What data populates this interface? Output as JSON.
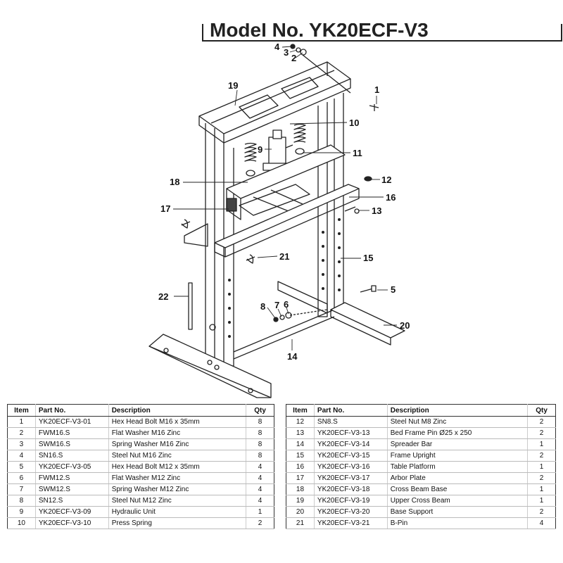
{
  "header": {
    "model_text": "Model No. YK20ECF-V3"
  },
  "callouts": [
    "1",
    "2",
    "3",
    "4",
    "5",
    "6",
    "7",
    "8",
    "9",
    "10",
    "11",
    "12",
    "13",
    "14",
    "15",
    "16",
    "17",
    "18",
    "19",
    "20",
    "21",
    "22"
  ],
  "table": {
    "headers": {
      "item": "Item",
      "part_no": "Part No.",
      "description": "Description",
      "qty": "Qty"
    },
    "left_rows": [
      {
        "item": "1",
        "part_no": "YK20ECF-V3-01",
        "description": "Hex Head Bolt M16 x 35mm",
        "qty": "8"
      },
      {
        "item": "2",
        "part_no": "FWM16.S",
        "description": "Flat Washer M16 Zinc",
        "qty": "8"
      },
      {
        "item": "3",
        "part_no": "SWM16.S",
        "description": "Spring Washer M16 Zinc",
        "qty": "8"
      },
      {
        "item": "4",
        "part_no": "SN16.S",
        "description": "Steel Nut M16 Zinc",
        "qty": "8"
      },
      {
        "item": "5",
        "part_no": "YK20ECF-V3-05",
        "description": "Hex Head Bolt M12 x 35mm",
        "qty": "4"
      },
      {
        "item": "6",
        "part_no": "FWM12.S",
        "description": "Flat Washer M12 Zinc",
        "qty": "4"
      },
      {
        "item": "7",
        "part_no": "SWM12.S",
        "description": "Spring Washer M12 Zinc",
        "qty": "4"
      },
      {
        "item": "8",
        "part_no": "SN12.S",
        "description": "Steel Nut M12 Zinc",
        "qty": "4"
      },
      {
        "item": "9",
        "part_no": "YK20ECF-V3-09",
        "description": "Hydraulic Unit",
        "qty": "1"
      },
      {
        "item": "10",
        "part_no": "YK20ECF-V3-10",
        "description": "Press Spring",
        "qty": "2"
      }
    ],
    "right_rows": [
      {
        "item": "12",
        "part_no": "SN8.S",
        "description": "Steel Nut M8 Zinc",
        "qty": "2"
      },
      {
        "item": "13",
        "part_no": "YK20ECF-V3-13",
        "description": "Bed Frame Pin Ø25 x 250",
        "qty": "2"
      },
      {
        "item": "14",
        "part_no": "YK20ECF-V3-14",
        "description": "Spreader Bar",
        "qty": "1"
      },
      {
        "item": "15",
        "part_no": "YK20ECF-V3-15",
        "description": "Frame Upright",
        "qty": "2"
      },
      {
        "item": "16",
        "part_no": "YK20ECF-V3-16",
        "description": "Table Platform",
        "qty": "1"
      },
      {
        "item": "17",
        "part_no": "YK20ECF-V3-17",
        "description": "Arbor Plate",
        "qty": "2"
      },
      {
        "item": "18",
        "part_no": "YK20ECF-V3-18",
        "description": "Cross Beam Base",
        "qty": "1"
      },
      {
        "item": "19",
        "part_no": "YK20ECF-V3-19",
        "description": "Upper Cross Beam",
        "qty": "1"
      },
      {
        "item": "20",
        "part_no": "YK20ECF-V3-20",
        "description": "Base Support",
        "qty": "2"
      },
      {
        "item": "21",
        "part_no": "YK20ECF-V3-21",
        "description": "B-Pin",
        "qty": "4"
      }
    ]
  }
}
